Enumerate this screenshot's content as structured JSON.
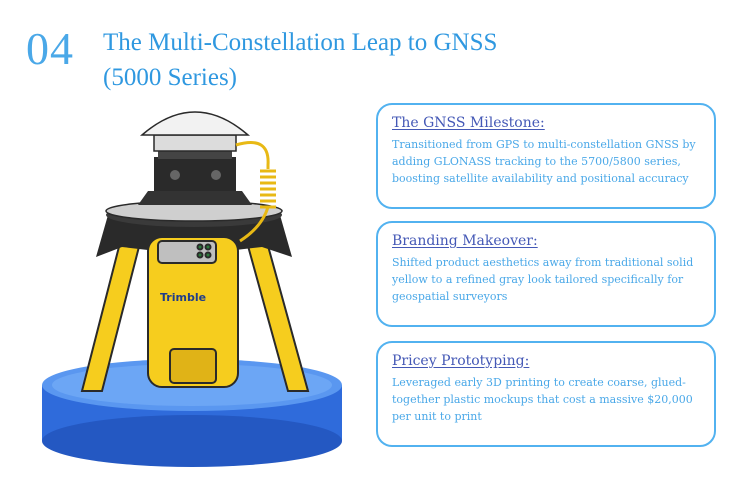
{
  "header": {
    "number": "04",
    "title_line1": "The Multi-Constellation Leap to GNSS",
    "title_line2": "(5000 Series)"
  },
  "illustration": {
    "brand_label": "Trimble",
    "colors": {
      "yellow": "#f6cd1e",
      "dark": "#2a2a2a",
      "pedestal": "#2f6bdb",
      "pedestal_top": "#5a97f0"
    }
  },
  "cards": [
    {
      "heading": "The GNSS Milestone:",
      "body": "Transitioned from GPS to multi-constellation GNSS by adding GLONASS tracking to the 5700/5800 series, boosting satellite availability and positional accuracy"
    },
    {
      "heading": "Branding Makeover:",
      "body": "Shifted product aesthetics away from traditional solid yellow to a refined gray look tailored specifically for geospatial surveyors"
    },
    {
      "heading": "Pricey Prototyping:",
      "body": "Leveraged early 3D printing to create coarse, glued-together plastic mockups that cost a massive $20,000 per unit to print"
    }
  ],
  "theme": {
    "accent": "#2f98e0",
    "heading": "#4458b6",
    "border": "#52b2f0"
  }
}
